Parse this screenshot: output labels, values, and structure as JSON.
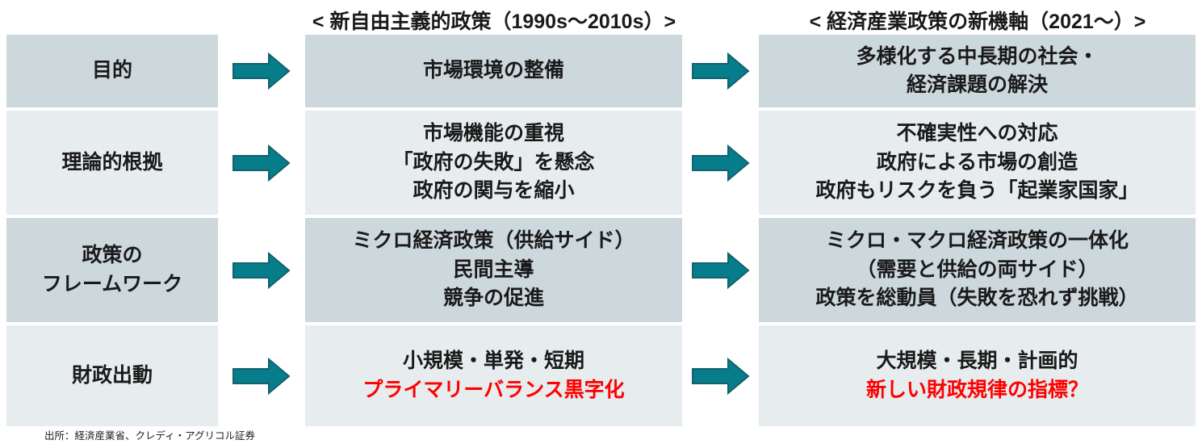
{
  "headers": {
    "neoliberal": "< 新自由主義的政策（1990s～2010s）>",
    "new_axis": "< 経済産業政策の新機軸（2021～）>"
  },
  "colors": {
    "row_dark": "#ccd8dc",
    "row_light": "#e7ecee",
    "arrow_fill": "#077d8b",
    "arrow_border": "#13616d",
    "highlight_red": "#ff0000"
  },
  "arrow_icon": "right-block-arrow-icon",
  "rows": [
    {
      "label": [
        "目的"
      ],
      "neoliberal": [
        "市場環境の整備"
      ],
      "new_axis": [
        "多様化する中長期の社会・",
        "経済課題の解決"
      ]
    },
    {
      "label": [
        "理論的根拠"
      ],
      "neoliberal": [
        "市場機能の重視",
        "「政府の失敗」を懸念",
        "政府の関与を縮小"
      ],
      "new_axis": [
        "不確実性への対応",
        "政府による市場の創造",
        "政府もリスクを負う「起業家国家」"
      ]
    },
    {
      "label": [
        "政策の",
        "フレームワーク"
      ],
      "neoliberal": [
        "ミクロ経済政策（供給サイド）",
        "民間主導",
        "競争の促進"
      ],
      "new_axis": [
        "ミクロ・マクロ経済政策の一体化",
        "（需要と供給の両サイド）",
        "政策を総動員（失敗を恐れず挑戦）"
      ]
    },
    {
      "label": [
        "財政出動"
      ],
      "neoliberal": [
        "小規模・単発・短期"
      ],
      "neoliberal_highlight": "プライマリーバランス黒字化",
      "new_axis": [
        "大規模・長期・計画的"
      ],
      "new_axis_highlight": "新しい財政規律の指標？"
    }
  ],
  "source": "出所：経済産業省、クレディ・アグリコル証券"
}
